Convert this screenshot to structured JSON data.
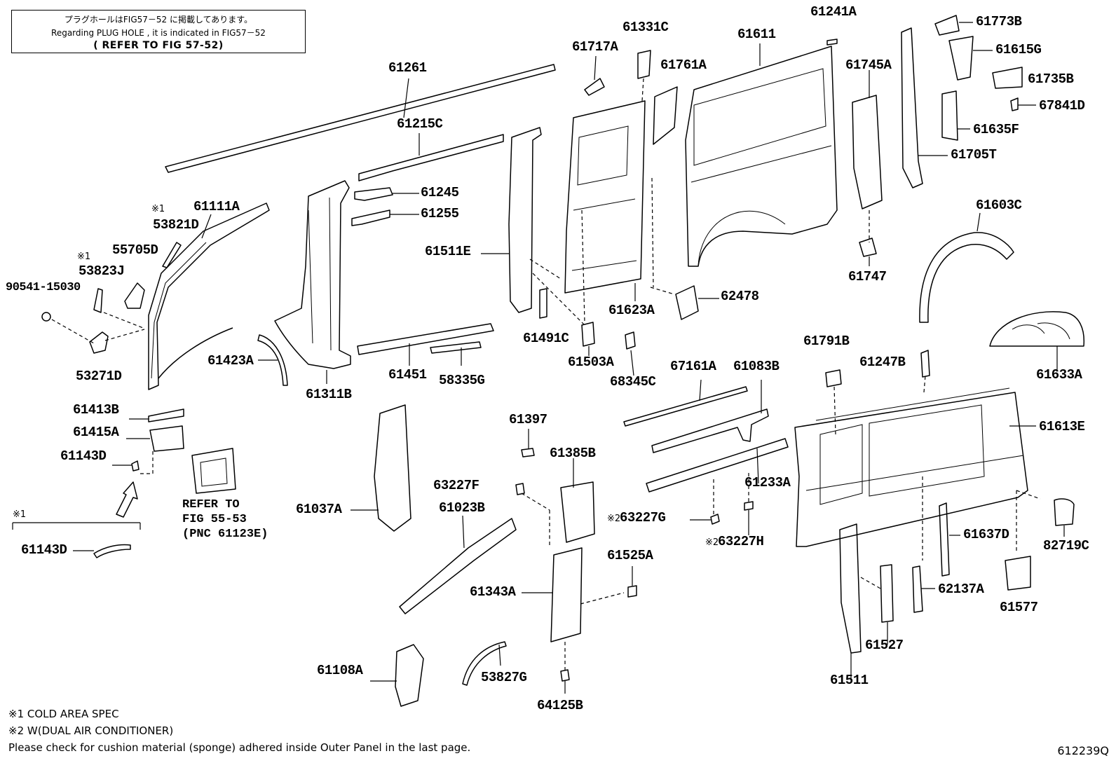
{
  "notice": {
    "line1": "プラグホールはFIG57－52 に掲載してあります。",
    "line2": "Regarding PLUG HOLE , it is indicated in FIG57－52",
    "line3": "( REFER TO FIG 57-52)"
  },
  "parts": {
    "p61261": "61261",
    "p61215C": "61215C",
    "p61245": "61245",
    "p61255": "61255",
    "p61111A": "61111A",
    "p53821D": "53821D",
    "p55705D": "55705D",
    "p53823J": "53823J",
    "p90541_15030": "90541-15030",
    "p53271D": "53271D",
    "p61423A": "61423A",
    "p61311B": "61311B",
    "p61451": "61451",
    "p58335G": "58335G",
    "p61511E": "61511E",
    "p61491C": "61491C",
    "p61503A": "61503A",
    "p68345C": "68345C",
    "p61623A": "61623A",
    "p61717A": "61717A",
    "p61331C": "61331C",
    "p61761A": "61761A",
    "p61611": "61611",
    "p61241A": "61241A",
    "p62478": "62478",
    "p61745A": "61745A",
    "p61747": "61747",
    "p61773B": "61773B",
    "p61615G": "61615G",
    "p61735B": "61735B",
    "p67841D": "67841D",
    "p61635F": "61635F",
    "p61705T": "61705T",
    "p61603C": "61603C",
    "p61633A": "61633A",
    "p61413B": "61413B",
    "p61415A": "61415A",
    "p61143D_a": "61143D",
    "p61143D_b": "61143D",
    "p61037A": "61037A",
    "p61397": "61397",
    "p61385B": "61385B",
    "p63227F": "63227F",
    "p61023B": "61023B",
    "p61343A": "61343A",
    "p61525A": "61525A",
    "p61108A": "61108A",
    "p53827G": "53827G",
    "p64125B": "64125B",
    "p67161A": "67161A",
    "p61083B": "61083B",
    "p61233A": "61233A",
    "p63227G": "63227G",
    "p63227H": "63227H",
    "p61791B": "61791B",
    "p61247B": "61247B",
    "p61613E": "61613E",
    "p61637D": "61637D",
    "p82719C": "82719C",
    "p62137A": "62137A",
    "p61577": "61577",
    "p61527": "61527",
    "p61511": "61511"
  },
  "markers": {
    "m1_53821D": "※1",
    "m1_53823J": "※1",
    "m1_61143D": "※1",
    "m2_63227G": "※2",
    "m2_63227H": "※2"
  },
  "refer": {
    "line1": "REFER TO",
    "line2": "FIG 55-53",
    "line3": "(PNC 61123E)"
  },
  "footnotes": {
    "note1": "※1 COLD AREA SPEC",
    "note2": "※2 W(DUAL AIR CONDITIONER)",
    "note3": "Please check for cushion material (sponge) adhered inside Outer Panel in the last page."
  },
  "figure_code": "612239Q"
}
